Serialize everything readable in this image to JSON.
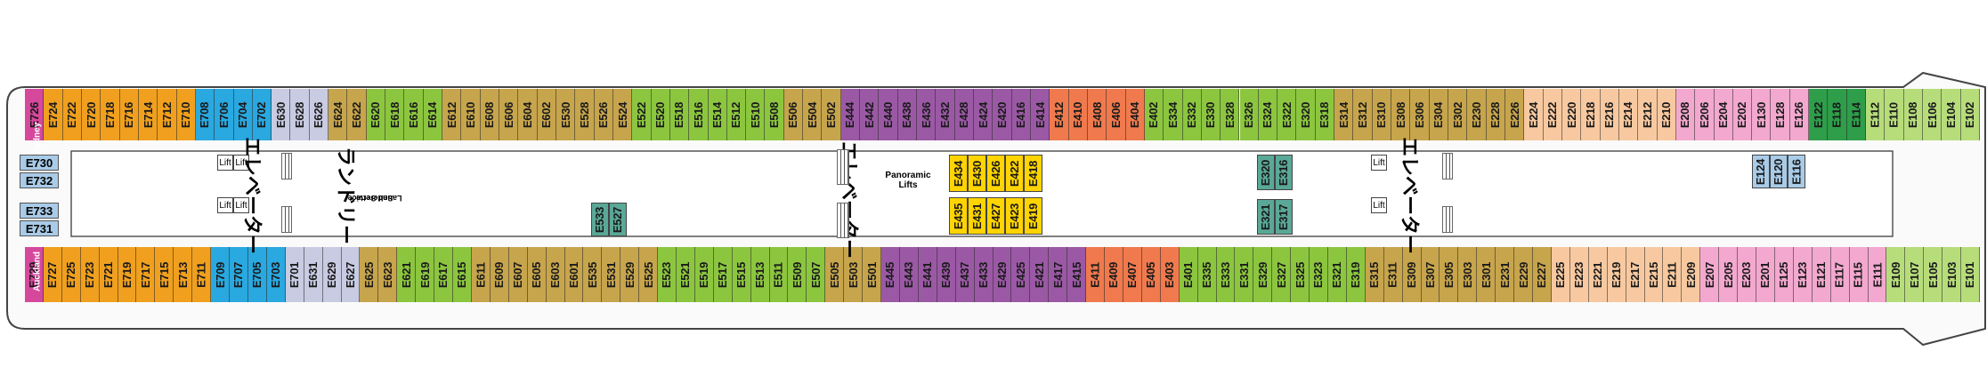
{
  "colors": {
    "magenta": "#d6489c",
    "orange": "#f0a01e",
    "blue": "#2aa8e0",
    "lavender": "#c8cbe2",
    "olive": "#c7a54c",
    "green": "#8cc63f",
    "purple": "#9b59a5",
    "coral": "#f07a4d",
    "teal": "#5aa897",
    "yellow": "#ffd400",
    "peach": "#f8c9a0",
    "pink": "#f3a8cf",
    "darkgreen": "#2e9e4a",
    "lightgreen": "#b7dd7b",
    "lightblue": "#a9cbe8"
  },
  "top_row": [
    [
      "E726",
      "magenta"
    ],
    [
      "E724",
      "orange"
    ],
    [
      "E722",
      "orange"
    ],
    [
      "E720",
      "orange"
    ],
    [
      "E718",
      "orange"
    ],
    [
      "E716",
      "orange"
    ],
    [
      "E714",
      "orange"
    ],
    [
      "E712",
      "orange"
    ],
    [
      "E710",
      "orange"
    ],
    [
      "E708",
      "blue"
    ],
    [
      "E706",
      "blue"
    ],
    [
      "E704",
      "blue"
    ],
    [
      "E702",
      "blue"
    ],
    [
      "E630",
      "lavender"
    ],
    [
      "E628",
      "lavender"
    ],
    [
      "E626",
      "lavender"
    ],
    [
      "E624",
      "olive"
    ],
    [
      "E622",
      "olive"
    ],
    [
      "E620",
      "green"
    ],
    [
      "E618",
      "green"
    ],
    [
      "E616",
      "green"
    ],
    [
      "E614",
      "green"
    ],
    [
      "E612",
      "olive"
    ],
    [
      "E610",
      "olive"
    ],
    [
      "E608",
      "olive"
    ],
    [
      "E606",
      "olive"
    ],
    [
      "E604",
      "olive"
    ],
    [
      "E602",
      "olive"
    ],
    [
      "E530",
      "olive"
    ],
    [
      "E528",
      "olive"
    ],
    [
      "E526",
      "olive"
    ],
    [
      "E524",
      "olive"
    ],
    [
      "E522",
      "green"
    ],
    [
      "E520",
      "green"
    ],
    [
      "E518",
      "green"
    ],
    [
      "E516",
      "green"
    ],
    [
      "E514",
      "green"
    ],
    [
      "E512",
      "green"
    ],
    [
      "E510",
      "green"
    ],
    [
      "E508",
      "green"
    ],
    [
      "E506",
      "olive"
    ],
    [
      "E504",
      "olive"
    ],
    [
      "E502",
      "olive"
    ],
    [
      "E444",
      "purple"
    ],
    [
      "E442",
      "purple"
    ],
    [
      "E440",
      "purple"
    ],
    [
      "E438",
      "purple"
    ],
    [
      "E436",
      "purple"
    ],
    [
      "E432",
      "purple"
    ],
    [
      "E428",
      "purple"
    ],
    [
      "E424",
      "purple"
    ],
    [
      "E420",
      "purple"
    ],
    [
      "E416",
      "purple"
    ],
    [
      "E414",
      "purple"
    ],
    [
      "E412",
      "coral"
    ],
    [
      "E410",
      "coral"
    ],
    [
      "E408",
      "coral"
    ],
    [
      "E406",
      "coral"
    ],
    [
      "E404",
      "coral"
    ],
    [
      "E402",
      "green"
    ],
    [
      "E334",
      "green"
    ],
    [
      "E332",
      "green"
    ],
    [
      "E330",
      "green"
    ],
    [
      "E328",
      "green"
    ],
    [
      "E326",
      "green"
    ],
    [
      "E324",
      "green"
    ],
    [
      "E322",
      "green"
    ],
    [
      "E320",
      "green"
    ],
    [
      "E318",
      "green"
    ],
    [
      "E314",
      "olive"
    ],
    [
      "E312",
      "olive"
    ],
    [
      "E310",
      "olive"
    ],
    [
      "E308",
      "olive"
    ],
    [
      "E306",
      "olive"
    ],
    [
      "E304",
      "olive"
    ],
    [
      "E302",
      "olive"
    ],
    [
      "E230",
      "olive"
    ],
    [
      "E228",
      "olive"
    ],
    [
      "E226",
      "olive"
    ],
    [
      "E224",
      "peach"
    ],
    [
      "E222",
      "peach"
    ],
    [
      "E220",
      "peach"
    ],
    [
      "E218",
      "peach"
    ],
    [
      "E216",
      "peach"
    ],
    [
      "E214",
      "peach"
    ],
    [
      "E212",
      "peach"
    ],
    [
      "E210",
      "peach"
    ],
    [
      "E208",
      "pink"
    ],
    [
      "E206",
      "pink"
    ],
    [
      "E204",
      "pink"
    ],
    [
      "E202",
      "pink"
    ],
    [
      "E130",
      "pink"
    ],
    [
      "E128",
      "pink"
    ],
    [
      "E126",
      "pink"
    ],
    [
      "E122",
      "darkgreen"
    ],
    [
      "E118",
      "darkgreen"
    ],
    [
      "E114",
      "darkgreen"
    ],
    [
      "E112",
      "lightgreen"
    ],
    [
      "E110",
      "lightgreen"
    ],
    [
      "E108",
      "lightgreen"
    ],
    [
      "E106",
      "lightgreen"
    ],
    [
      "E104",
      "lightgreen"
    ],
    [
      "E102",
      "lightgreen"
    ]
  ],
  "bottom_row": [
    [
      "E729",
      "magenta"
    ],
    [
      "E727",
      "orange"
    ],
    [
      "E725",
      "orange"
    ],
    [
      "E723",
      "orange"
    ],
    [
      "E721",
      "orange"
    ],
    [
      "E719",
      "orange"
    ],
    [
      "E717",
      "orange"
    ],
    [
      "E715",
      "orange"
    ],
    [
      "E713",
      "orange"
    ],
    [
      "E711",
      "orange"
    ],
    [
      "E709",
      "blue"
    ],
    [
      "E707",
      "blue"
    ],
    [
      "E705",
      "blue"
    ],
    [
      "E703",
      "blue"
    ],
    [
      "E701",
      "lavender"
    ],
    [
      "E631",
      "lavender"
    ],
    [
      "E629",
      "lavender"
    ],
    [
      "E627",
      "lavender"
    ],
    [
      "E625",
      "olive"
    ],
    [
      "E623",
      "olive"
    ],
    [
      "E621",
      "green"
    ],
    [
      "E619",
      "green"
    ],
    [
      "E617",
      "green"
    ],
    [
      "E615",
      "green"
    ],
    [
      "E611",
      "olive"
    ],
    [
      "E609",
      "olive"
    ],
    [
      "E607",
      "olive"
    ],
    [
      "E605",
      "olive"
    ],
    [
      "E603",
      "olive"
    ],
    [
      "E601",
      "olive"
    ],
    [
      "E535",
      "olive"
    ],
    [
      "E531",
      "olive"
    ],
    [
      "E529",
      "olive"
    ],
    [
      "E525",
      "olive"
    ],
    [
      "E523",
      "green"
    ],
    [
      "E521",
      "green"
    ],
    [
      "E519",
      "green"
    ],
    [
      "E517",
      "green"
    ],
    [
      "E515",
      "green"
    ],
    [
      "E513",
      "green"
    ],
    [
      "E511",
      "green"
    ],
    [
      "E509",
      "green"
    ],
    [
      "E507",
      "green"
    ],
    [
      "E505",
      "olive"
    ],
    [
      "E503",
      "olive"
    ],
    [
      "E501",
      "olive"
    ],
    [
      "E445",
      "purple"
    ],
    [
      "E443",
      "purple"
    ],
    [
      "E441",
      "purple"
    ],
    [
      "E439",
      "purple"
    ],
    [
      "E437",
      "purple"
    ],
    [
      "E433",
      "purple"
    ],
    [
      "E429",
      "purple"
    ],
    [
      "E425",
      "purple"
    ],
    [
      "E421",
      "purple"
    ],
    [
      "E417",
      "purple"
    ],
    [
      "E415",
      "purple"
    ],
    [
      "E411",
      "coral"
    ],
    [
      "E409",
      "coral"
    ],
    [
      "E407",
      "coral"
    ],
    [
      "E405",
      "coral"
    ],
    [
      "E403",
      "coral"
    ],
    [
      "E401",
      "green"
    ],
    [
      "E335",
      "green"
    ],
    [
      "E333",
      "green"
    ],
    [
      "E331",
      "green"
    ],
    [
      "E329",
      "green"
    ],
    [
      "E327",
      "green"
    ],
    [
      "E325",
      "green"
    ],
    [
      "E323",
      "green"
    ],
    [
      "E321",
      "green"
    ],
    [
      "E319",
      "green"
    ],
    [
      "E315",
      "olive"
    ],
    [
      "E311",
      "olive"
    ],
    [
      "E309",
      "olive"
    ],
    [
      "E307",
      "olive"
    ],
    [
      "E305",
      "olive"
    ],
    [
      "E303",
      "olive"
    ],
    [
      "E301",
      "olive"
    ],
    [
      "E231",
      "olive"
    ],
    [
      "E229",
      "olive"
    ],
    [
      "E227",
      "olive"
    ],
    [
      "E225",
      "peach"
    ],
    [
      "E223",
      "peach"
    ],
    [
      "E221",
      "peach"
    ],
    [
      "E219",
      "peach"
    ],
    [
      "E217",
      "peach"
    ],
    [
      "E215",
      "peach"
    ],
    [
      "E211",
      "peach"
    ],
    [
      "E209",
      "peach"
    ],
    [
      "E207",
      "pink"
    ],
    [
      "E205",
      "pink"
    ],
    [
      "E203",
      "pink"
    ],
    [
      "E201",
      "pink"
    ],
    [
      "E125",
      "pink"
    ],
    [
      "E123",
      "pink"
    ],
    [
      "E121",
      "pink"
    ],
    [
      "E117",
      "pink"
    ],
    [
      "E115",
      "pink"
    ],
    [
      "E111",
      "pink"
    ],
    [
      "E109",
      "lightgreen"
    ],
    [
      "E107",
      "lightgreen"
    ],
    [
      "E105",
      "lightgreen"
    ],
    [
      "E103",
      "lightgreen"
    ],
    [
      "E101",
      "lightgreen"
    ]
  ],
  "aft_cabins": [
    "E730",
    "E732",
    "E733",
    "E731"
  ],
  "labels": {
    "sydney": "Sydney",
    "auckland": "Auckland",
    "lift": "Lift",
    "elevator_jp": "エレベーター",
    "laundry_jp": "ランドリー",
    "self_service": "Self Service",
    "launderette": "Launderette",
    "panoramic": "Panoramic",
    "lifts": "Lifts"
  },
  "interior_cabins": {
    "mid_teal": [
      "E527",
      "E533"
    ],
    "yellow_top": [
      "E418",
      "E422",
      "E426",
      "E430",
      "E434"
    ],
    "yellow_bottom": [
      "E419",
      "E423",
      "E427",
      "E431",
      "E435"
    ],
    "fwd_teal_top": [
      "E316",
      "E320"
    ],
    "fwd_teal_bottom": [
      "E317",
      "E321"
    ],
    "fwd_blue": [
      "E116",
      "E120",
      "E124"
    ]
  }
}
